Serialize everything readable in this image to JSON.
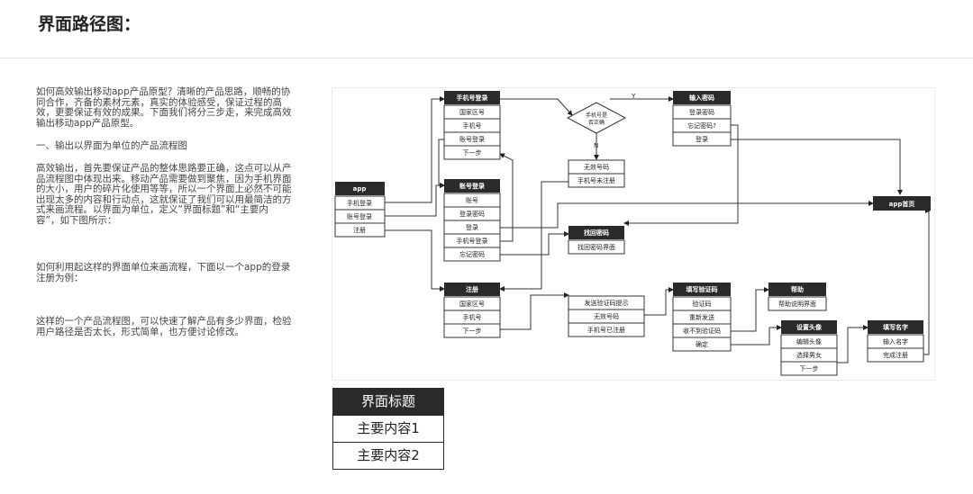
{
  "page": {
    "title": "界面路径图："
  },
  "article": {
    "p1": "如何高效输出移动app产品原型？清晰的产品思路，顺畅的协同合作，齐备的素材元素，真实的体验感受，保证过程的高效，更要保证有效的成果。下面我们将分三步走，来完成高效输出移动app产品原型。",
    "p2": "一、输出以界面为单位的产品流程图",
    "p3": "高效输出，首先要保证产品的整体思路要正确，这点可以从产品流程图中体现出来。移动产品需要做到聚焦，因为手机界面的大小，用户的碎片化使用等等，所以一个界面上必然不可能出现太多的内容和行动点，这就保证了我们可以用最简洁的方式来画流程。以界面为单位，定义“界面标题”和“主要内容”，如下图所示：",
    "p4": "如何利用起这样的界面单位来画流程，下面以一个app的登录注册为例：",
    "p5": "这样的一个产品流程图，可以快速了解产品有多少界面，检验用户路径是否太长，形式简单，也方便讨论修改。"
  },
  "diagram": {
    "screens": {
      "app": {
        "title": "app",
        "items": [
          "手机登录",
          "账号登录",
          "注册"
        ]
      },
      "phone_login": {
        "title": "手机号登录",
        "items": [
          "国家区号",
          "手机号",
          "账号登录",
          "下一步"
        ]
      },
      "account_login": {
        "title": "账号登录",
        "items": [
          "账号",
          "登录密码",
          "登录",
          "手机号登录",
          "忘记密码"
        ]
      },
      "register": {
        "title": "注册",
        "items": [
          "国家区号",
          "手机号",
          "下一步"
        ]
      },
      "invalid": {
        "items": [
          "无效号码",
          "手机号未注册"
        ]
      },
      "enter_password": {
        "title": "输入密码",
        "items": [
          "登录密码",
          "忘记密码?",
          "登录"
        ]
      },
      "find_password": {
        "title": "找回密码",
        "items": [
          "找回密码界面"
        ]
      },
      "send_code": {
        "items": [
          "发送验证码提示",
          "无效号码",
          "手机号已注册"
        ]
      },
      "fill_code": {
        "title": "填写验证码",
        "items": [
          "验证码",
          "重新发送",
          "收不到验证码",
          "确定"
        ]
      },
      "help": {
        "title": "帮助",
        "items": [
          "帮助说明界面"
        ]
      },
      "avatar": {
        "title": "设置头像",
        "items": [
          "编辑头像",
          "选择男女",
          "下一步"
        ]
      },
      "name": {
        "title": "填写名字",
        "items": [
          "输入名字",
          "完成注册"
        ]
      },
      "home": {
        "title": "app首页"
      }
    },
    "decision": {
      "label_line1": "手机号是",
      "label_line2": "否正确",
      "yes": "Y",
      "no": "N"
    }
  },
  "legend": {
    "title": "界面标题",
    "item1": "主要内容1",
    "item2": "主要内容2"
  }
}
